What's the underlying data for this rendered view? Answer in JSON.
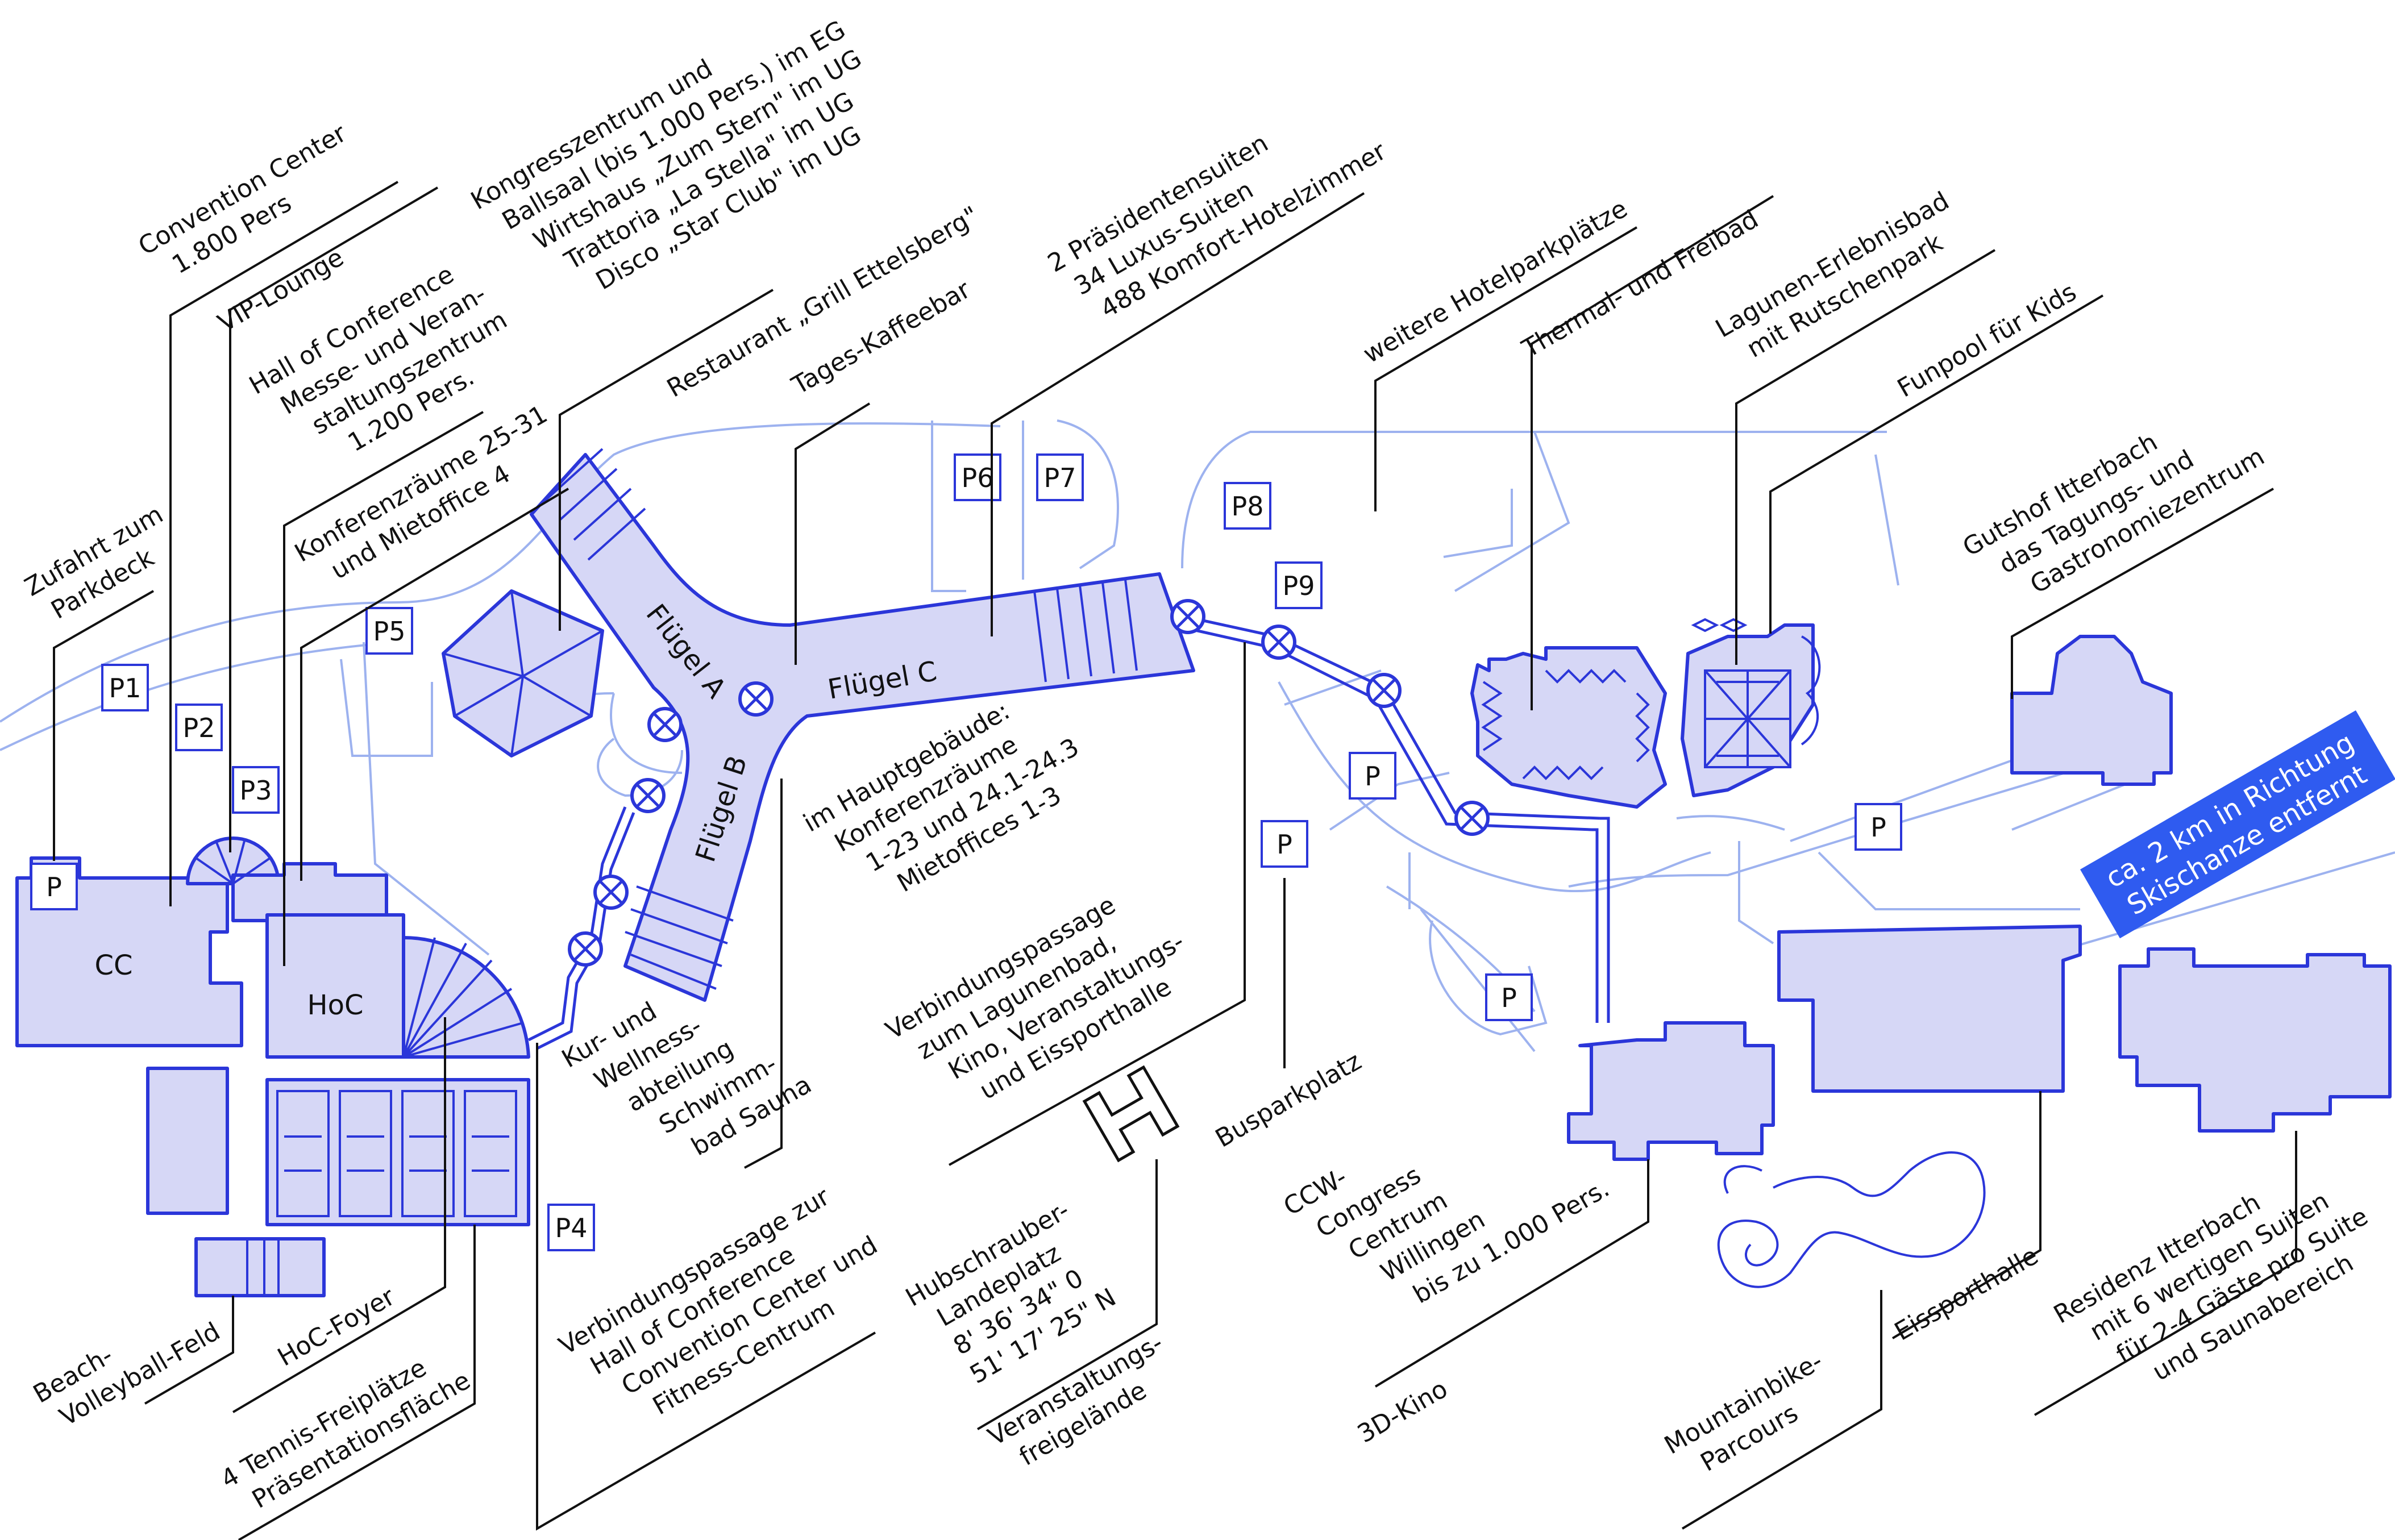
{
  "colors": {
    "fill": "#d6d7f6",
    "stroke": "#2b36d9",
    "road": "#9db2ef",
    "leader": "#111111",
    "banner": "#2f5bf0",
    "banner_text": "#ffffff"
  },
  "labels": {
    "zufahrt": [
      "Zufahrt zum",
      "Parkdeck"
    ],
    "convention_center": [
      "Convention Center",
      "1.800 Pers"
    ],
    "vip_lounge": [
      "VIP-Lounge"
    ],
    "hall_of_conference": [
      "Hall of Conference",
      "Messe- und Veran-",
      "staltungszentrum",
      "1.200 Pers."
    ],
    "kongresszentrum": [
      "Kongresszentrum und",
      "Ballsaal (bis 1.000 Pers.) im EG",
      "Wirtshaus „Zum Stern\" im UG",
      "Trattoria „La Stella\" im UG",
      "Disco „Star Club\" im UG"
    ],
    "konferenzraeume_25_31": [
      "Konferenzräume 25-31",
      "und Mietoffice 4"
    ],
    "restaurant": [
      "Restaurant „Grill Ettelsberg\""
    ],
    "tages_kaffeebar": [
      "Tages-Kaffeebar"
    ],
    "suiten": [
      "2 Präsidentensuiten",
      "34 Luxus-Suiten",
      "488 Komfort-Hotelzimmer"
    ],
    "hotelparkplaetze": [
      "weitere Hotelparkplätze"
    ],
    "thermalbad": [
      "Thermal- und Freibad"
    ],
    "lagunenbad": [
      "Lagunen-Erlebnisbad",
      "mit Rutschenpark"
    ],
    "funpool": [
      "Funpool für Kids"
    ],
    "gutshof": [
      "Gutshof Itterbach",
      "das Tagungs- und",
      "Gastronomiezentrum"
    ],
    "hauptgebaeude": [
      "im Hauptgebäude:",
      "Konferenzräume",
      "1-23 und 24.1-24.3",
      "Mietoffices 1-3"
    ],
    "verbindung_lagunenbad": [
      "Verbindungspassage",
      "zum Lagunenbad,",
      "Kino, Veranstaltungs-",
      "und Eissporthalle"
    ],
    "kur_wellness": [
      "Kur- und",
      "Wellness-",
      "abteilung",
      "Schwimm-",
      "bad Sauna"
    ],
    "busparkplatz": [
      "Busparkplatz"
    ],
    "ccw": [
      "CCW-",
      "Congress",
      "Centrum",
      "Willingen",
      "bis zu 1.000 Pers."
    ],
    "kino": [
      "3D-Kino"
    ],
    "mountainbike": [
      "Mountainbike-",
      "Parcours"
    ],
    "eissporthalle": [
      "Eissporthalle"
    ],
    "residenz": [
      "Residenz Itterbach",
      "mit 6 wertigen Suiten",
      "für 2-4 Gäste pro Suite",
      "und Saunabereich"
    ],
    "hubschrauber": [
      "Hubschrauber-",
      "Landeplatz",
      "8' 36' 34\" 0",
      "51' 17' 25\" N"
    ],
    "veranstaltungsgelaende": [
      "Veranstaltungs-",
      "freigelände"
    ],
    "verbindung_hoc": [
      "Verbindungspassage zur",
      "Hall of Conference",
      "Convention Center und",
      "Fitness-Centrum"
    ],
    "beach": [
      "Beach-",
      "Volleyball-Feld"
    ],
    "hoc_foyer": [
      "HoC-Foyer"
    ],
    "tennis": [
      "4 Tennis-Freiplätze",
      "Präsentationsfläche"
    ]
  },
  "buildings": {
    "cc": "CC",
    "hoc": "HoC",
    "fluegel_a": "Flügel A",
    "fluegel_b": "Flügel B",
    "fluegel_c": "Flügel C"
  },
  "parking": {
    "p1": "P1",
    "p2": "P2",
    "p3": "P3",
    "p4": "P4",
    "p5": "P5",
    "p6": "P6",
    "p7": "P7",
    "p8": "P8",
    "p9": "P9",
    "p_generic": "P",
    "helipad": "H"
  },
  "banner": [
    "ca. 2 km in Richtung",
    "Skischanze entfernt"
  ]
}
